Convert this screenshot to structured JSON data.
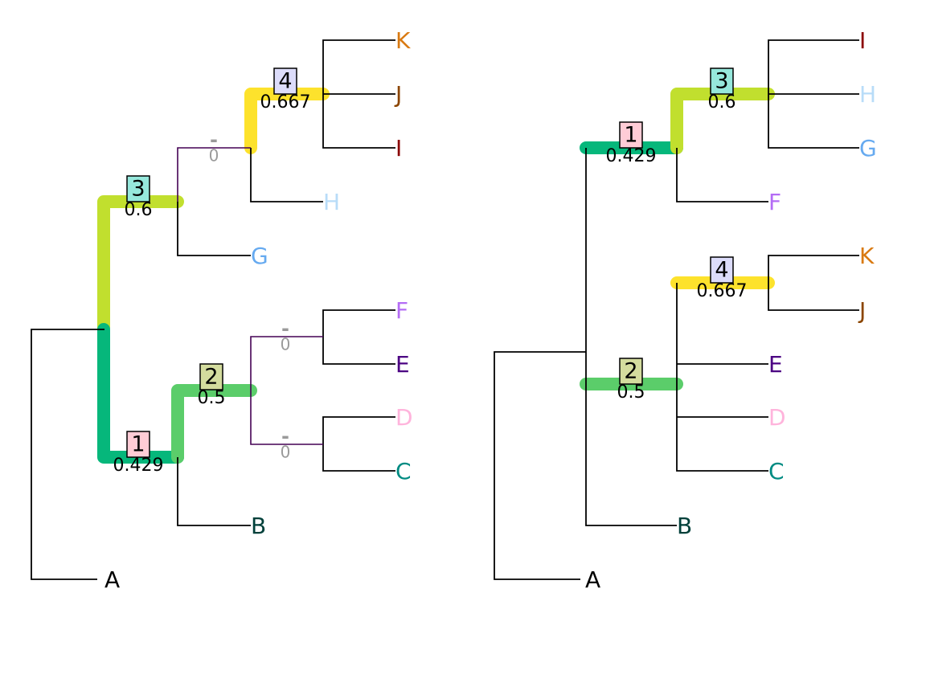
{
  "colors": {
    "edge": "#000000",
    "zero_edge": "#440154",
    "zero_label": "#9a9a9a"
  },
  "tip_colors": {
    "A": "#000000",
    "B": "#00403a",
    "C": "#008b82",
    "D": "#ffb4dc",
    "E": "#4b0082",
    "F": "#b46cf5",
    "G": "#66aaf0",
    "H": "#b8dcf8",
    "I": "#8b0000",
    "J": "#8b4500",
    "K": "#d97a12"
  },
  "split_colors": {
    "1": "#06b77b",
    "2": "#5bcd6a",
    "3": "#c1df2e",
    "4": "#fde22c"
  },
  "node_box_colors": {
    "1": "#ffccd6",
    "2": "#d4dc9e",
    "3": "#96e8dc",
    "4": "#dcdcfa"
  },
  "left_tree": {
    "tips": [
      "K",
      "J",
      "I",
      "H",
      "G",
      "F",
      "E",
      "D",
      "C",
      "B",
      "A"
    ],
    "splits": [
      {
        "id": "1",
        "support": "0.429"
      },
      {
        "id": "2",
        "support": "0.5"
      },
      {
        "id": "3",
        "support": "0.6"
      },
      {
        "id": "4",
        "support": "0.667"
      }
    ],
    "unsupported": [
      {
        "dash": "-",
        "value": "0"
      },
      {
        "dash": "-",
        "value": "0"
      },
      {
        "dash": "-",
        "value": "0"
      }
    ]
  },
  "right_tree": {
    "tips": [
      "I",
      "H",
      "G",
      "F",
      "K",
      "J",
      "E",
      "D",
      "C",
      "B",
      "A"
    ],
    "splits": [
      {
        "id": "1",
        "support": "0.429"
      },
      {
        "id": "2",
        "support": "0.5"
      },
      {
        "id": "3",
        "support": "0.6"
      },
      {
        "id": "4",
        "support": "0.667"
      }
    ]
  }
}
